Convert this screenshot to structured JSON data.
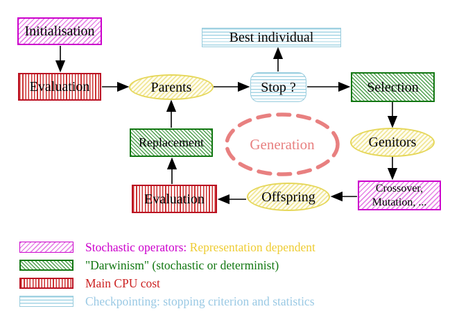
{
  "title": "Evolutionary algorithm generation cycle diagram",
  "colors": {
    "magenta_border": "#cc00cc",
    "magenta_line": "#e687e6",
    "magenta_text": "#cc00cc",
    "red_border": "#bb1122",
    "red_line": "#cc3333",
    "red_text": "#cc2222",
    "green_border": "#117711",
    "green_line": "#4d9e4d",
    "green_text": "#117711",
    "cyan_border": "#99ccdd",
    "cyan_line": "#a5d5e5",
    "cyan_text": "#9ac9e4",
    "yellow_border": "#e6d75a",
    "yellow_line": "#f0e698",
    "gold_text": "#eecc33",
    "salmon": "#e88080",
    "arrow": "#000000"
  },
  "nodes": {
    "initialisation": {
      "label": "Initialisation"
    },
    "evaluation_top": {
      "label": "Evaluation"
    },
    "parents": {
      "label": "Parents"
    },
    "best_individual": {
      "label": "Best individual"
    },
    "stop": {
      "label": "Stop ?"
    },
    "selection": {
      "label": "Selection"
    },
    "genitors": {
      "label": "Genitors"
    },
    "crossover": {
      "line1": "Crossover,",
      "line2": "Mutation, ..."
    },
    "offspring": {
      "label": "Offspring"
    },
    "evaluation_bottom": {
      "label": "Evaluation"
    },
    "replacement": {
      "label": "Replacement"
    },
    "generation": {
      "label": "Generation"
    }
  },
  "legend": {
    "items": [
      {
        "swatch": "magenta-hatch",
        "text_primary": "Stochastic operators:",
        "text_secondary": "Representation dependent"
      },
      {
        "swatch": "green-hatch",
        "text_primary": "\"Darwinism\" (stochastic or determinist)",
        "text_secondary": ""
      },
      {
        "swatch": "red-vertical-stripes",
        "text_primary": "Main CPU cost",
        "text_secondary": ""
      },
      {
        "swatch": "cyan-horizontal-stripes",
        "text_primary": "Checkpointing: stopping criterion and statistics",
        "text_secondary": ""
      }
    ]
  }
}
